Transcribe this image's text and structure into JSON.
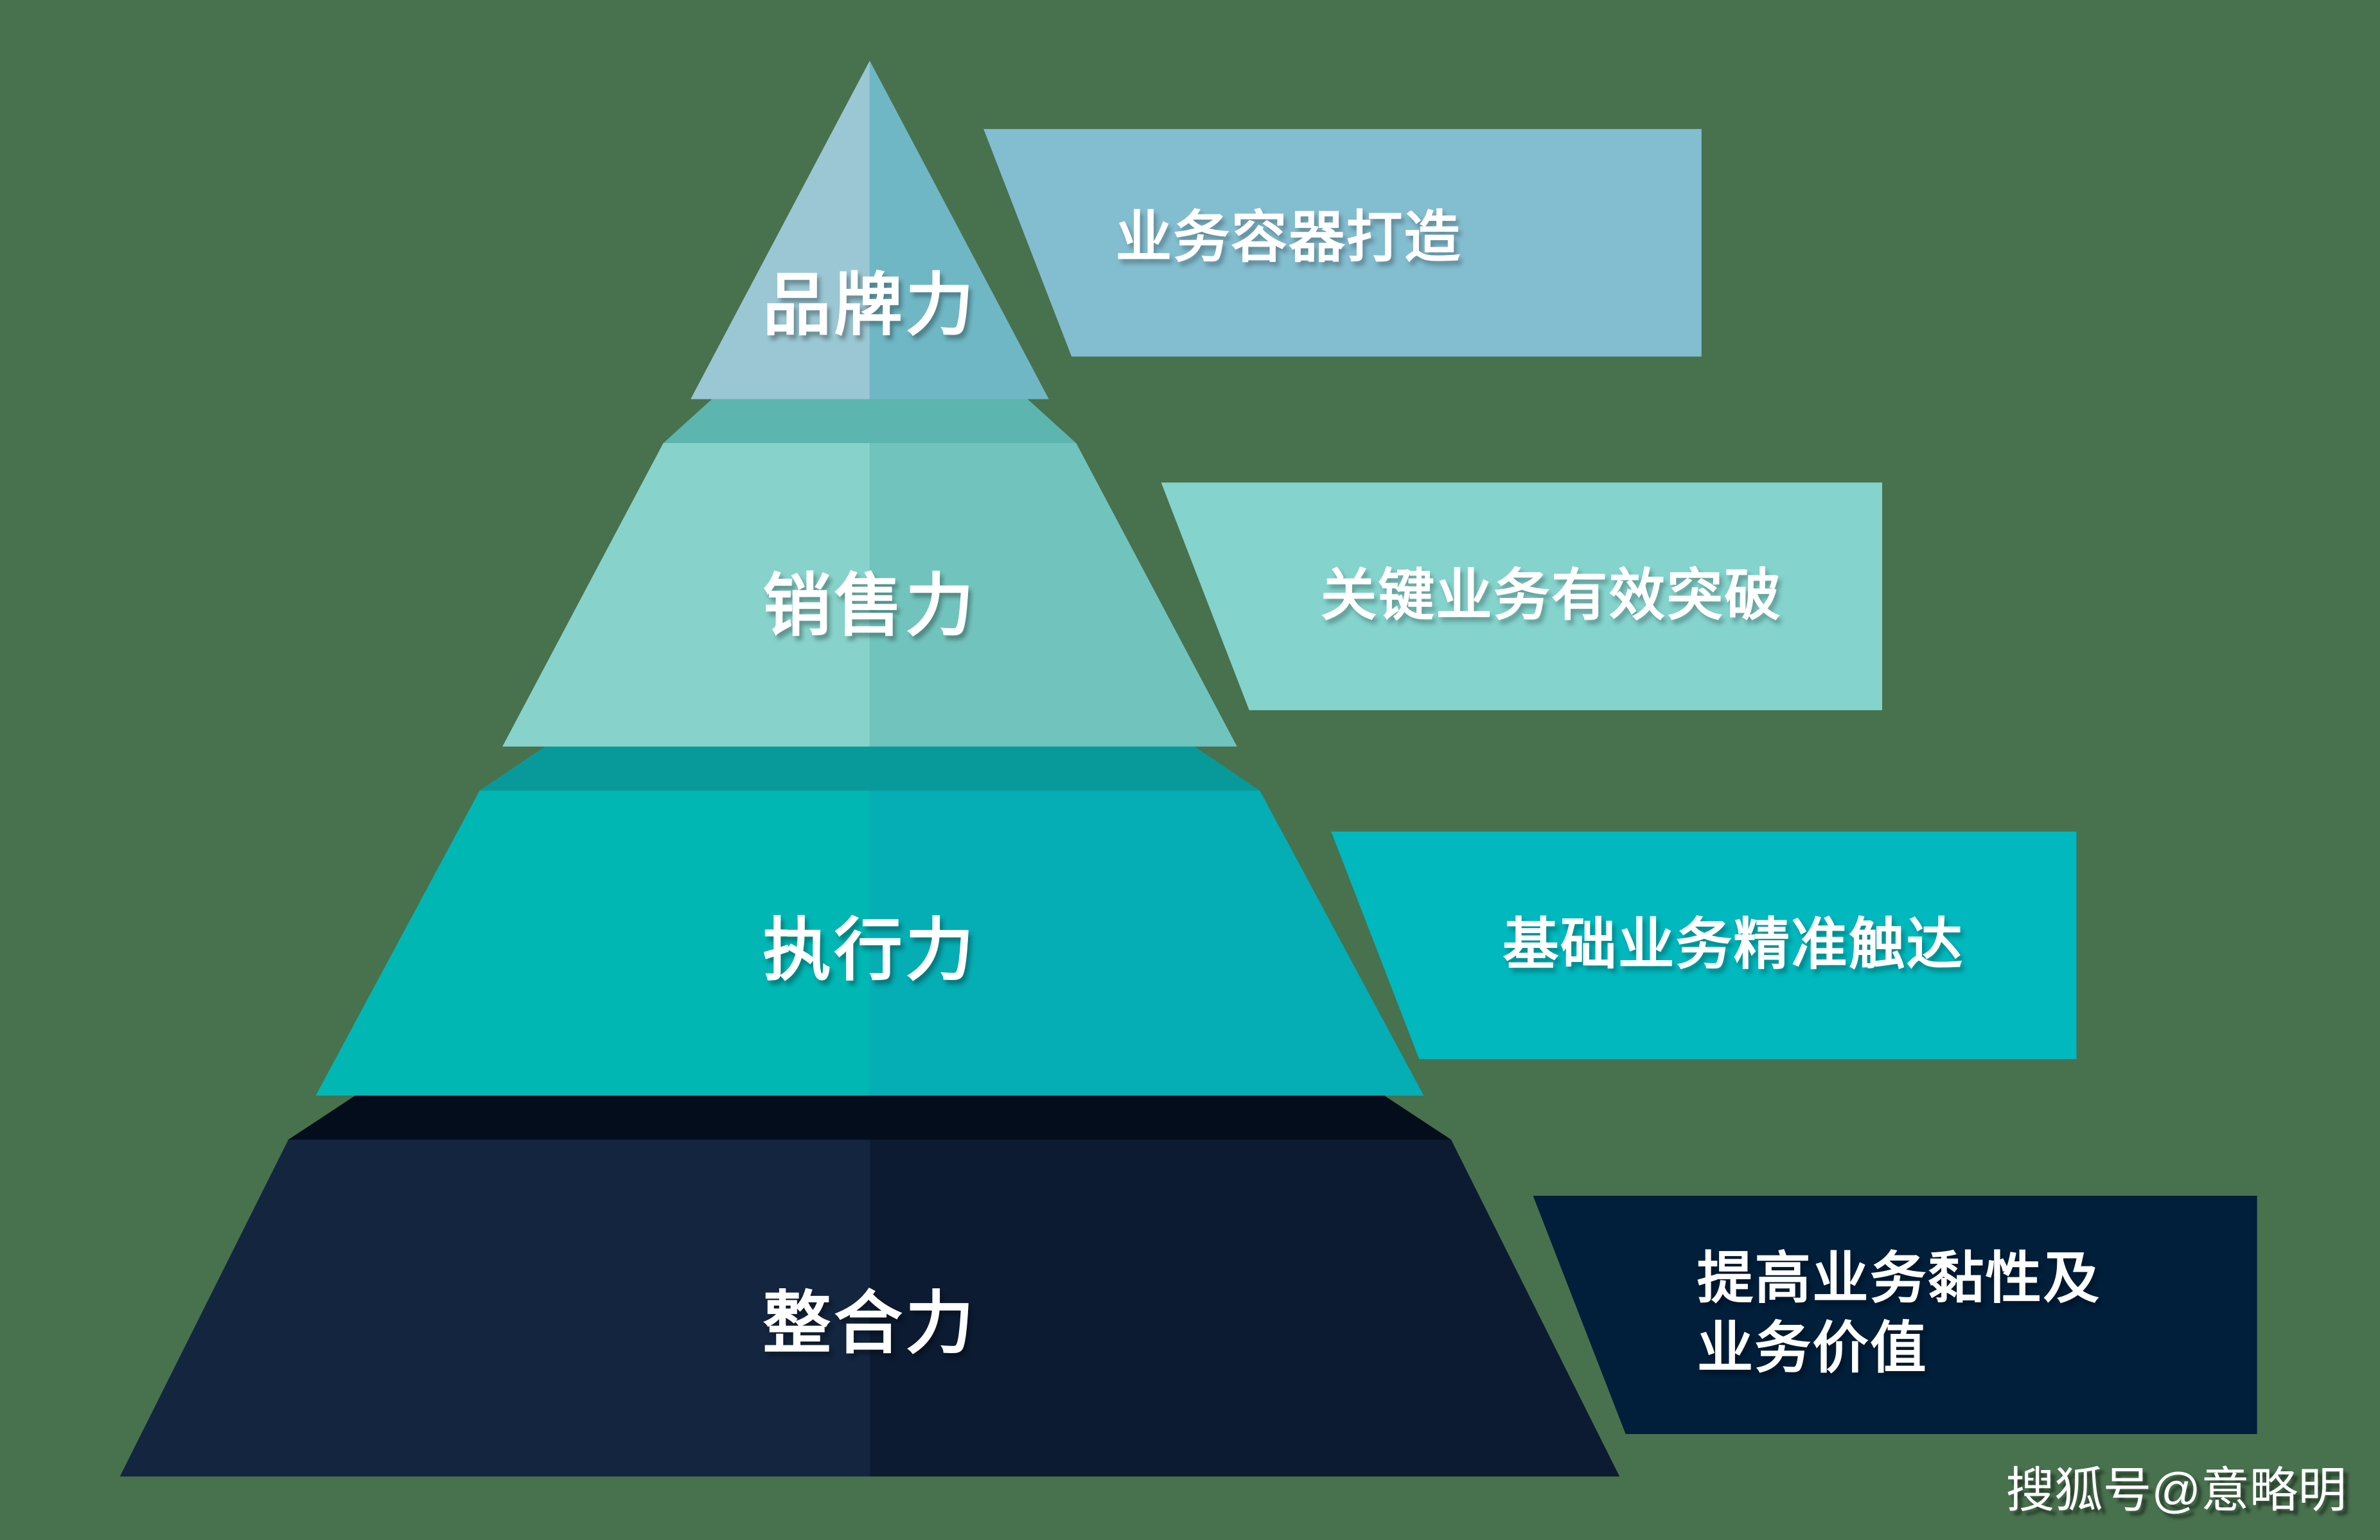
{
  "pyramid": {
    "tiers": [
      {
        "label": "品牌力",
        "callout_lines": [
          "业务容器打造"
        ]
      },
      {
        "label": "销售力",
        "callout_lines": [
          "关键业务有效突破"
        ]
      },
      {
        "label": "执行力",
        "callout_lines": [
          "基础业务精准触达"
        ]
      },
      {
        "label": "整合力",
        "callout_lines": [
          "提高业务黏性及",
          "业务价值"
        ]
      }
    ]
  },
  "watermark": "搜狐号@意略明",
  "colors": {
    "background": "#48714E",
    "text": "#FFFFFF",
    "tier1_left": "#9AC7D3",
    "tier1_right": "#6FB7C5",
    "tier2_left": "#87D3CB",
    "tier2_right": "#71C4BD",
    "tier3_left": "#00B7B4",
    "tier3_right": "#05ADB4",
    "tier4_left": "#13253F",
    "tier4_right": "#0C1B31",
    "band1": "#5CB5AE",
    "band2": "#089A9B",
    "band3": "#030D1B",
    "callout1": "#83BDD0",
    "callout2": "#84D3CD",
    "callout3": "#00B8BD",
    "callout4": "#011E3A"
  }
}
